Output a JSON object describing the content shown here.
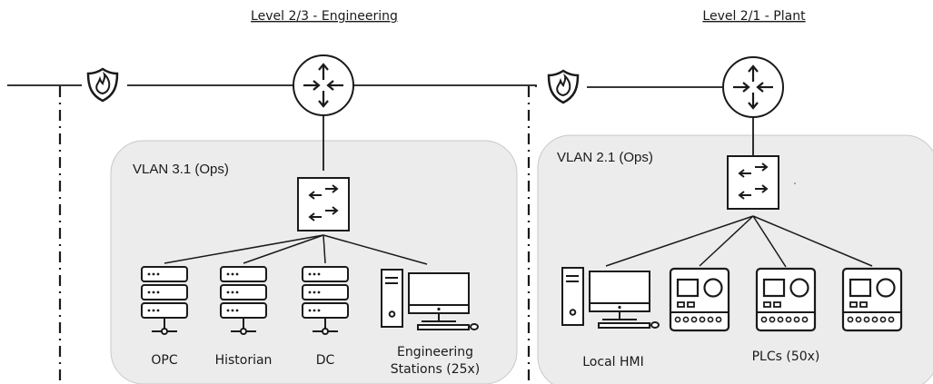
{
  "zones": {
    "engineering": {
      "title": "Level 2/3 - Engineering",
      "vlan": "VLAN 3.1 (Ops)",
      "devices": {
        "opc": "OPC",
        "historian": "Historian",
        "dc": "DC",
        "eng_line1": "Engineering",
        "eng_line2": "Stations (25x)"
      }
    },
    "plant": {
      "title": "Level 2/1 - Plant",
      "vlan": "VLAN 2.1 (Ops)",
      "devices": {
        "hmi": "Local HMI",
        "plcs": "PLCs (50x)"
      }
    }
  },
  "icons": [
    "firewall-icon",
    "router-icon",
    "switch-icon",
    "server-icon",
    "workstation-icon",
    "plc-icon"
  ],
  "colors": {
    "line": "#1a1a1a",
    "vlan_fill": "#ececec",
    "vlan_stroke": "#c8c8c8"
  }
}
